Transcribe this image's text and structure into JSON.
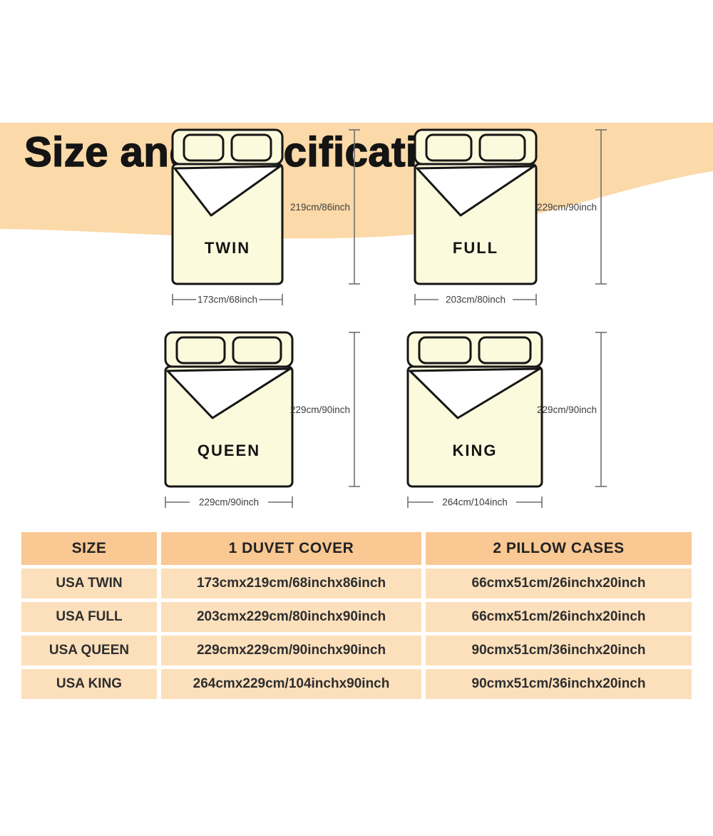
{
  "title": "Size and Specification",
  "beds": [
    {
      "name": "twin",
      "label": "TWIN",
      "height_label": "219cm/86inch",
      "width_label": "173cm/68inch"
    },
    {
      "name": "full",
      "label": "FULL",
      "height_label": "229cm/90inch",
      "width_label": "203cm/80inch"
    },
    {
      "name": "queen",
      "label": "QUEEN",
      "height_label": "229cm/90inch",
      "width_label": "229cm/90inch"
    },
    {
      "name": "king",
      "label": "KING",
      "height_label": "229cm/90inch",
      "width_label": "264cm/104inch"
    }
  ],
  "table": {
    "headers": [
      "SIZE",
      "1 DUVET COVER",
      "2 PILLOW CASES"
    ],
    "rows": [
      {
        "size": "USA TWIN",
        "duvet_cover": "173cmx219cm/68inchx86inch",
        "pillow_cases": "66cmx51cm/26inchx20inch"
      },
      {
        "size": "USA FULL",
        "duvet_cover": "203cmx229cm/80inchx90inch",
        "pillow_cases": "66cmx51cm/26inchx20inch"
      },
      {
        "size": "USA QUEEN",
        "duvet_cover": "229cmx229cm/90inchx90inch",
        "pillow_cases": "90cmx51cm/36inchx20inch"
      },
      {
        "size": "USA KING",
        "duvet_cover": "264cmx229cm/104inchx90inch",
        "pillow_cases": "90cmx51cm/36inchx20inch"
      }
    ]
  },
  "colors": {
    "banner_bg": "#fbd9a8",
    "bed_fill": "#fcfadd",
    "outline": "#161616",
    "table_header_bg": "#f9c893",
    "table_row_bg": "#fce0bc",
    "dim_line": "#6f6f6f",
    "text": "#141414"
  }
}
